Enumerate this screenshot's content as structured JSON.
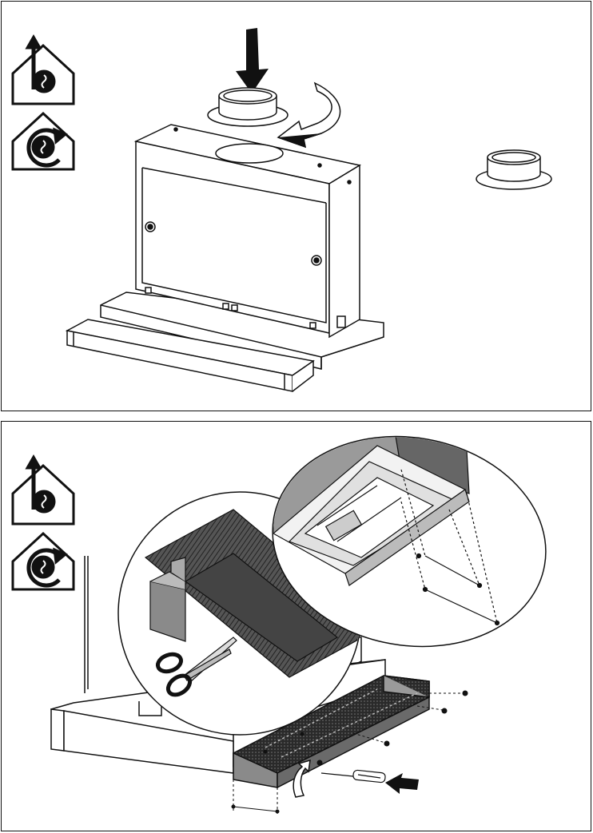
{
  "figures": [
    {
      "id": "step-1",
      "modes": [
        "ducted-extraction-icon",
        "recirculation-icon"
      ],
      "callouts": []
    },
    {
      "id": "step-2",
      "modes": [
        "ducted-extraction-icon",
        "recirculation-icon"
      ],
      "callouts": [
        "filter-trimming-detail",
        "filter-rail-detail"
      ]
    }
  ],
  "colors": {
    "line": "#111111",
    "fill_light": "#ffffff",
    "fill_grey": "#8a8a8a",
    "fill_dark": "#3a3a3a",
    "filter": "#2a2a2a"
  }
}
